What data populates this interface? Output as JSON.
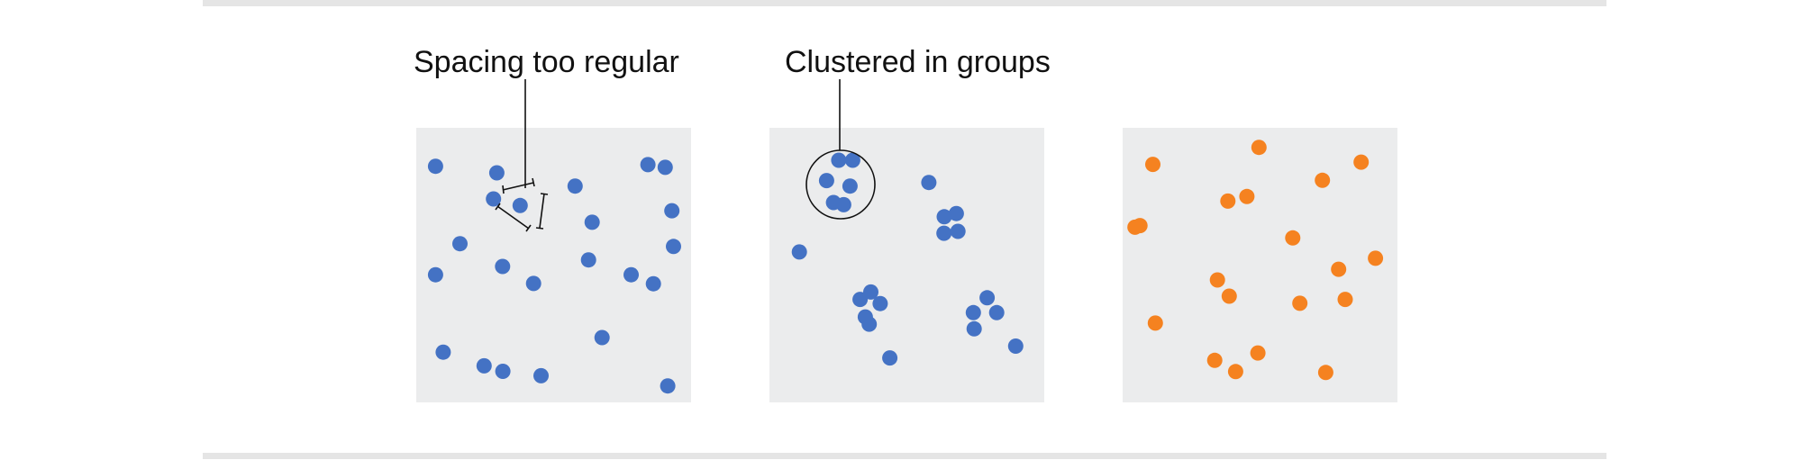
{
  "colors": {
    "background": "#ffffff",
    "rule": "#e5e5e5",
    "panel": "#ebeced",
    "blue_dot": "#4472c4",
    "orange_dot": "#f58220",
    "annotation": "#111111"
  },
  "panels": [
    {
      "annotation": "Spacing too regular",
      "dot_color": "blue",
      "points": [
        [
          0.07,
          0.86
        ],
        [
          0.293,
          0.836
        ],
        [
          0.578,
          0.788
        ],
        [
          0.843,
          0.866
        ],
        [
          0.378,
          0.717
        ],
        [
          0.64,
          0.656
        ],
        [
          0.93,
          0.698
        ],
        [
          0.07,
          0.465
        ],
        [
          0.427,
          0.433
        ],
        [
          0.863,
          0.432
        ],
        [
          0.314,
          0.495
        ],
        [
          0.782,
          0.465
        ],
        [
          0.159,
          0.578
        ],
        [
          0.627,
          0.519
        ],
        [
          0.936,
          0.568
        ],
        [
          0.281,
          0.741
        ],
        [
          0.906,
          0.856
        ],
        [
          0.676,
          0.236
        ],
        [
          0.315,
          0.113
        ],
        [
          0.454,
          0.097
        ],
        [
          0.915,
          0.06
        ],
        [
          0.098,
          0.183
        ],
        [
          0.247,
          0.133
        ]
      ]
    },
    {
      "annotation": "Clustered in groups",
      "dot_color": "blue",
      "points": [
        [
          0.252,
          0.882
        ],
        [
          0.303,
          0.882
        ],
        [
          0.208,
          0.808
        ],
        [
          0.293,
          0.788
        ],
        [
          0.233,
          0.728
        ],
        [
          0.27,
          0.72
        ],
        [
          0.58,
          0.801
        ],
        [
          0.636,
          0.676
        ],
        [
          0.68,
          0.688
        ],
        [
          0.635,
          0.616
        ],
        [
          0.686,
          0.623
        ],
        [
          0.109,
          0.548
        ],
        [
          0.369,
          0.402
        ],
        [
          0.33,
          0.375
        ],
        [
          0.349,
          0.311
        ],
        [
          0.403,
          0.36
        ],
        [
          0.363,
          0.285
        ],
        [
          0.792,
          0.381
        ],
        [
          0.742,
          0.327
        ],
        [
          0.827,
          0.327
        ],
        [
          0.745,
          0.268
        ],
        [
          0.896,
          0.205
        ],
        [
          0.438,
          0.162
        ]
      ]
    },
    {
      "annotation": "",
      "dot_color": "orange",
      "points": [
        [
          0.496,
          0.929
        ],
        [
          0.868,
          0.875
        ],
        [
          0.11,
          0.867
        ],
        [
          0.727,
          0.809
        ],
        [
          0.383,
          0.733
        ],
        [
          0.452,
          0.75
        ],
        [
          0.063,
          0.644
        ],
        [
          0.619,
          0.599
        ],
        [
          0.92,
          0.525
        ],
        [
          0.786,
          0.485
        ],
        [
          0.345,
          0.446
        ],
        [
          0.388,
          0.387
        ],
        [
          0.645,
          0.361
        ],
        [
          0.81,
          0.375
        ],
        [
          0.045,
          0.638
        ],
        [
          0.119,
          0.289
        ],
        [
          0.335,
          0.153
        ],
        [
          0.492,
          0.18
        ],
        [
          0.739,
          0.109
        ],
        [
          0.411,
          0.112
        ]
      ]
    }
  ]
}
